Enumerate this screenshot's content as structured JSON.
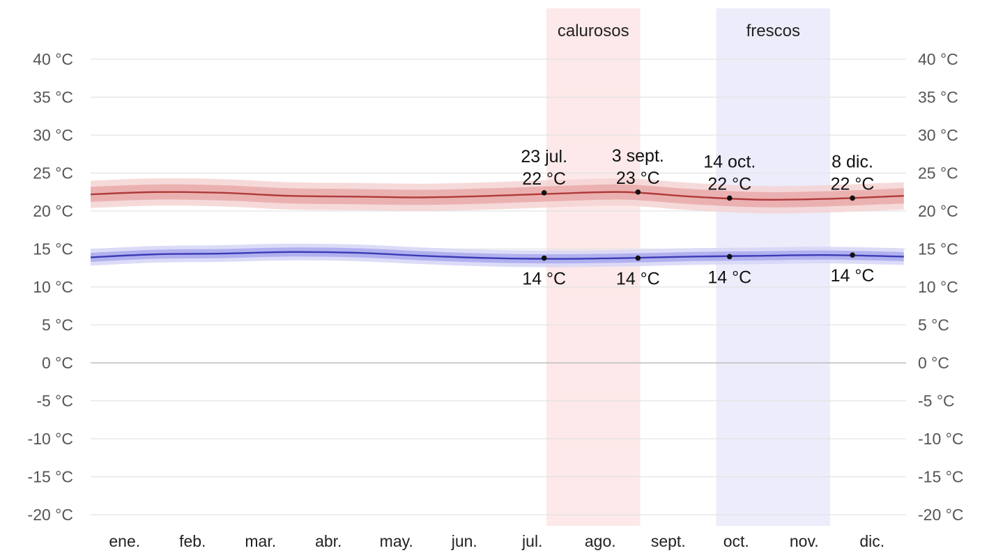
{
  "chart_data": {
    "type": "line",
    "title": "",
    "xlabel": "",
    "ylabel": "",
    "ylim": [
      -22,
      43
    ],
    "y_ticks": [
      40,
      35,
      30,
      25,
      20,
      15,
      10,
      5,
      0,
      -5,
      -10,
      -15,
      -20
    ],
    "y_tick_labels": [
      "40 °C",
      "35 °C",
      "30 °C",
      "25 °C",
      "20 °C",
      "15 °C",
      "10 °C",
      "5 °C",
      "0 °C",
      "-5 °C",
      "-10 °C",
      "-15 °C",
      "-20 °C"
    ],
    "grid": true,
    "months": [
      "ene.",
      "feb.",
      "mar.",
      "abr.",
      "may.",
      "jun.",
      "jul.",
      "ago.",
      "sept.",
      "oct.",
      "nov.",
      "dic."
    ],
    "x_domain_days": [
      1,
      366
    ],
    "colors": {
      "high": "#b03a3a",
      "high_band_inner": "#e9a9a9",
      "high_band_outer": "#f5d3d3",
      "low": "#3b3bb5",
      "low_band_inner": "#a9a9ee",
      "low_band_outer": "#d6d6f7",
      "hot_season": "#fde9e9",
      "cool_season": "#ececfb",
      "grid": "#e3e3e3",
      "zero_line": "#bdbdbd"
    },
    "seasons": [
      {
        "label": "calurosos",
        "start_day": 205,
        "end_day": 247,
        "kind": "hot"
      },
      {
        "label": "frescos",
        "start_day": 281,
        "end_day": 332,
        "kind": "cool"
      }
    ],
    "series": [
      {
        "kind": "high",
        "x": [
          1,
          30,
          60,
          90,
          120,
          150,
          180,
          210,
          240,
          270,
          300,
          330,
          365
        ],
        "values": [
          22.2,
          22.5,
          22.4,
          22.0,
          21.9,
          21.8,
          22.0,
          22.3,
          22.5,
          21.9,
          21.5,
          21.6,
          22.0
        ],
        "band_inner": [
          1.0,
          1.0,
          1.0,
          1.0,
          1.0,
          1.0,
          1.0,
          1.0,
          1.0,
          1.0,
          1.0,
          1.0,
          1.0
        ],
        "band_outer": [
          1.8,
          1.8,
          1.8,
          1.8,
          1.8,
          1.8,
          1.8,
          1.8,
          1.8,
          1.8,
          1.8,
          1.8,
          1.8
        ]
      },
      {
        "kind": "low",
        "x": [
          1,
          30,
          60,
          90,
          120,
          150,
          180,
          210,
          240,
          270,
          300,
          330,
          365
        ],
        "values": [
          13.9,
          14.3,
          14.4,
          14.6,
          14.5,
          14.1,
          13.8,
          13.7,
          13.8,
          14.0,
          14.1,
          14.2,
          14.0
        ],
        "band_inner": [
          0.6,
          0.6,
          0.6,
          0.6,
          0.6,
          0.6,
          0.6,
          0.6,
          0.6,
          0.6,
          0.6,
          0.6,
          0.6
        ],
        "band_outer": [
          1.1,
          1.1,
          1.1,
          1.1,
          1.1,
          1.1,
          1.1,
          1.1,
          1.1,
          1.1,
          1.1,
          1.1,
          1.1
        ]
      }
    ],
    "annotations": [
      {
        "day": 204,
        "date": "23 jul.",
        "high": "22 °C",
        "low": "14 °C",
        "high_value": 22.4,
        "low_value": 13.8
      },
      {
        "day": 246,
        "date": "3 sept.",
        "high": "23 °C",
        "low": "14 °C",
        "high_value": 22.5,
        "low_value": 13.8
      },
      {
        "day": 287,
        "date": "14 oct.",
        "high": "22 °C",
        "low": "14 °C",
        "high_value": 21.7,
        "low_value": 14.0
      },
      {
        "day": 342,
        "date": "8 dic.",
        "high": "22 °C",
        "low": "14 °C",
        "high_value": 21.7,
        "low_value": 14.2
      }
    ]
  }
}
